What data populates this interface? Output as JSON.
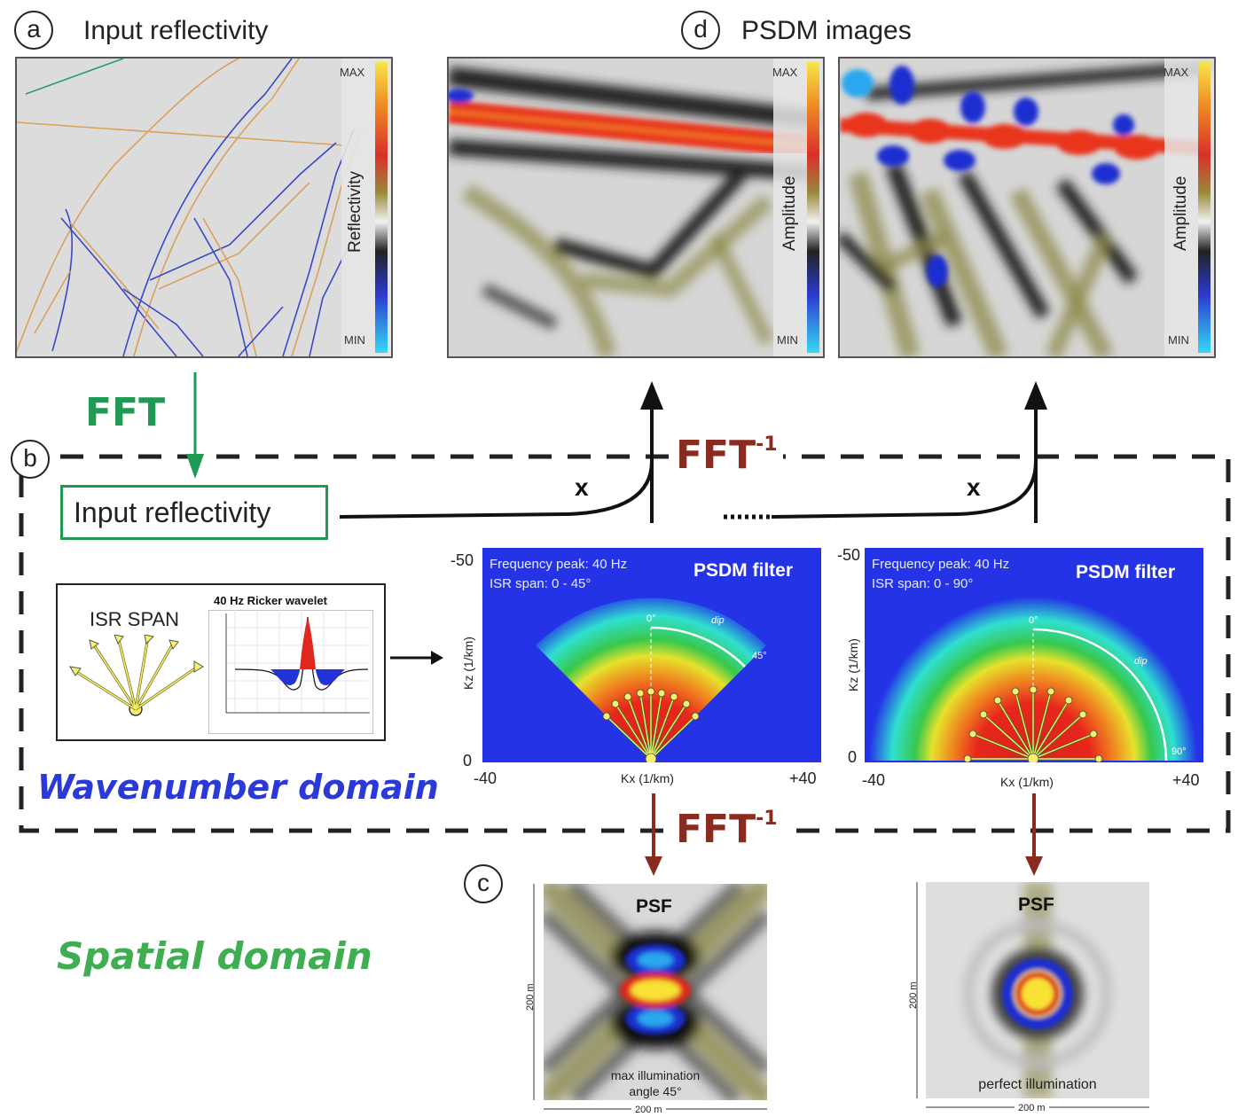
{
  "panel_a": {
    "letter": "a",
    "title": "Input reflectivity",
    "colorbar_max": "MAX",
    "colorbar_min": "MIN",
    "colorbar_label": "Reflectivity"
  },
  "panel_d": {
    "letter": "d",
    "title": "PSDM images",
    "colorbar_max": "MAX",
    "colorbar_min": "MIN",
    "colorbar_label": "Amplitude"
  },
  "panel_b": {
    "letter": "b",
    "fft_label": "FFT",
    "ifft_label": "FFT",
    "ifft_sup": "-1",
    "input_box": "Input reflectivity",
    "multiply": "x",
    "isr_span": "ISR SPAN",
    "ricker_title": "40 Hz Ricker wavelet",
    "domain": "Wavenumber domain"
  },
  "filters": [
    {
      "title": "PSDM filter",
      "line1": "Frequency peak: 40 Hz",
      "line2": "ISR span: 0 - 45°",
      "ytop": "-50",
      "ybottom": "0",
      "xleft": "-40",
      "xright": "+40",
      "xlabel": "Kx (1/km)",
      "ylabel": "Kz (1/km)",
      "angle_start": "0°",
      "angle_end": "45°",
      "dip": "dip"
    },
    {
      "title": "PSDM filter",
      "line1": "Frequency peak: 40 Hz",
      "line2": "ISR span: 0 - 90°",
      "ytop": "-50",
      "ybottom": "0",
      "xleft": "-40",
      "xright": "+40",
      "xlabel": "Kx (1/km)",
      "ylabel": "Kz (1/km)",
      "angle_start": "0°",
      "angle_end": "90°",
      "dip": "dip"
    }
  ],
  "panel_c": {
    "letter": "c",
    "domain": "Spatial domain",
    "psfs": [
      {
        "title": "PSF",
        "caption1": "max illumination",
        "caption2": "angle 45°",
        "width": "200 m",
        "height": "200 m"
      },
      {
        "title": "PSF",
        "caption1": "perfect illumination",
        "caption2": "",
        "width": "200 m",
        "height": "200 m"
      }
    ]
  },
  "colors": {
    "green": "#1f9a54",
    "red_text": "#8b2a1f",
    "blue_text": "#2b39d8",
    "filter_bg": "#2433e6"
  }
}
